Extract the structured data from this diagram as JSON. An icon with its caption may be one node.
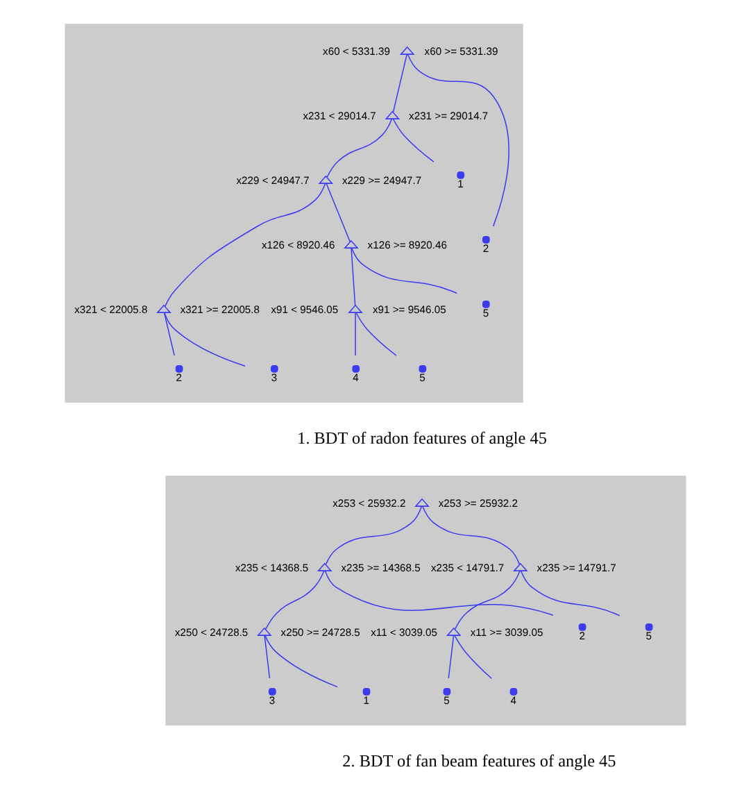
{
  "diagram": {
    "nodes": [
      {
        "text": [],
        "shape": "box"
      },
      {
        "text": [],
        "shape": "triangle",
        "in": 0,
        "beside": [
          "x60 < 5331.39",
          "x60 >= 5331.39"
        ]
      },
      {
        "text": [],
        "shape": "circle",
        "in": 0,
        "beside": [
          "2"
        ]
      },
      {
        "text": [],
        "shape": "triangle",
        "in": 0,
        "beside": [
          "x231 < 29014.7",
          "x231 >= 29014.7"
        ]
      },
      {
        "text": [],
        "shape": "triangle",
        "in": 0,
        "beside": [
          "x229 < 24947.7",
          "x229 >= 24947.7"
        ]
      },
      {
        "text": [],
        "shape": "circle",
        "in": 0,
        "beside": [
          "1"
        ]
      },
      {
        "text": [],
        "shape": "triangle",
        "in": 0,
        "beside": [
          "x126 < 8920.46",
          "x126 >= 8920.46"
        ]
      },
      {
        "text": [],
        "shape": "triangle",
        "in": 0,
        "beside": [
          "x321 < 22005.8",
          "x321 >= 22005.8"
        ]
      },
      {
        "text": [],
        "shape": "circle",
        "in": 0,
        "beside": [
          "5"
        ]
      },
      {
        "text": [],
        "shape": "triangle",
        "in": 0,
        "beside": [
          "x91 < 9546.05",
          "x91 >= 9546.05"
        ]
      },
      {
        "text": [],
        "shape": "circle",
        "in": 0,
        "beside": [
          "3"
        ]
      },
      {
        "text": [],
        "shape": "circle",
        "in": 0,
        "beside": [
          "2"
        ]
      },
      {
        "text": [],
        "shape": "circle",
        "in": 0,
        "beside": [
          "4"
        ]
      },
      {
        "text": [],
        "shape": "circle",
        "in": 0,
        "beside": [
          "5"
        ]
      },
      {
        "text": [],
        "shape": "box"
      },
      {
        "text": [],
        "shape": "triangle",
        "in": 14,
        "beside": [
          "x253 < 25932.2",
          "x253 >= 25932.2"
        ]
      },
      {
        "text": [],
        "shape": "triangle",
        "in": 14,
        "beside": [
          "x235 < 14791.7",
          "x235 >= 14791.7"
        ]
      },
      {
        "text": [],
        "shape": "triangle",
        "in": 14,
        "beside": [
          "x235 < 14368.5",
          "x235 >= 14368.5"
        ]
      },
      {
        "text": [],
        "shape": "circle",
        "in": 14,
        "beside": [
          "5"
        ]
      },
      {
        "text": [],
        "shape": "triangle",
        "in": 14,
        "beside": [
          "x11 < 3039.05",
          "x11 >= 3039.05"
        ]
      },
      {
        "text": [],
        "shape": "triangle",
        "in": 14,
        "beside": [
          "x250 < 24728.5",
          "x250 >= 24728.5"
        ]
      },
      {
        "text": [],
        "shape": "circle",
        "in": 14,
        "beside": [
          "2"
        ]
      },
      {
        "text": [],
        "shape": "circle",
        "in": 14,
        "beside": [
          "5"
        ]
      },
      {
        "text": [],
        "shape": "circle",
        "in": 14,
        "beside": [
          "4"
        ]
      },
      {
        "text": [],
        "shape": "circle",
        "in": 14,
        "beside": [
          "3"
        ]
      },
      {
        "text": [],
        "shape": "circle",
        "in": 14,
        "beside": [
          "1"
        ]
      }
    ],
    "edges": [
      {
        "from": 1,
        "to": 2,
        "arrow": "none"
      },
      {
        "from": 1,
        "to": 3,
        "arrow": "none"
      },
      {
        "from": 3,
        "to": 4,
        "arrow": "none"
      },
      {
        "from": 3,
        "to": 5,
        "arrow": "none"
      },
      {
        "from": 4,
        "to": 6,
        "arrow": "none"
      },
      {
        "from": 4,
        "to": 7,
        "arrow": "none"
      },
      {
        "from": 6,
        "to": 8,
        "arrow": "none"
      },
      {
        "from": 6,
        "to": 9,
        "arrow": "none"
      },
      {
        "from": 7,
        "to": 10,
        "arrow": "none"
      },
      {
        "from": 7,
        "to": 11,
        "arrow": "none"
      },
      {
        "from": 9,
        "to": 12,
        "arrow": "none"
      },
      {
        "from": 9,
        "to": 13,
        "arrow": "none"
      },
      {
        "from": 15,
        "to": 16,
        "arrow": "none"
      },
      {
        "from": 15,
        "to": 17,
        "arrow": "none"
      },
      {
        "from": 16,
        "to": 18,
        "arrow": "none"
      },
      {
        "from": 16,
        "to": 19,
        "arrow": "none"
      },
      {
        "from": 17,
        "to": 20,
        "arrow": "none"
      },
      {
        "from": 17,
        "to": 21,
        "arrow": "none"
      },
      {
        "from": 19,
        "to": 22,
        "arrow": "none"
      },
      {
        "from": 19,
        "to": 23,
        "arrow": "none"
      },
      {
        "from": 20,
        "to": 24,
        "arrow": "none"
      },
      {
        "from": 20,
        "to": 25,
        "arrow": "none"
      }
    ],
    "labels": [
      "1. BDT of radon features of angle 45",
      "2. BDT of fan beam features of angle 45"
    ]
  }
}
